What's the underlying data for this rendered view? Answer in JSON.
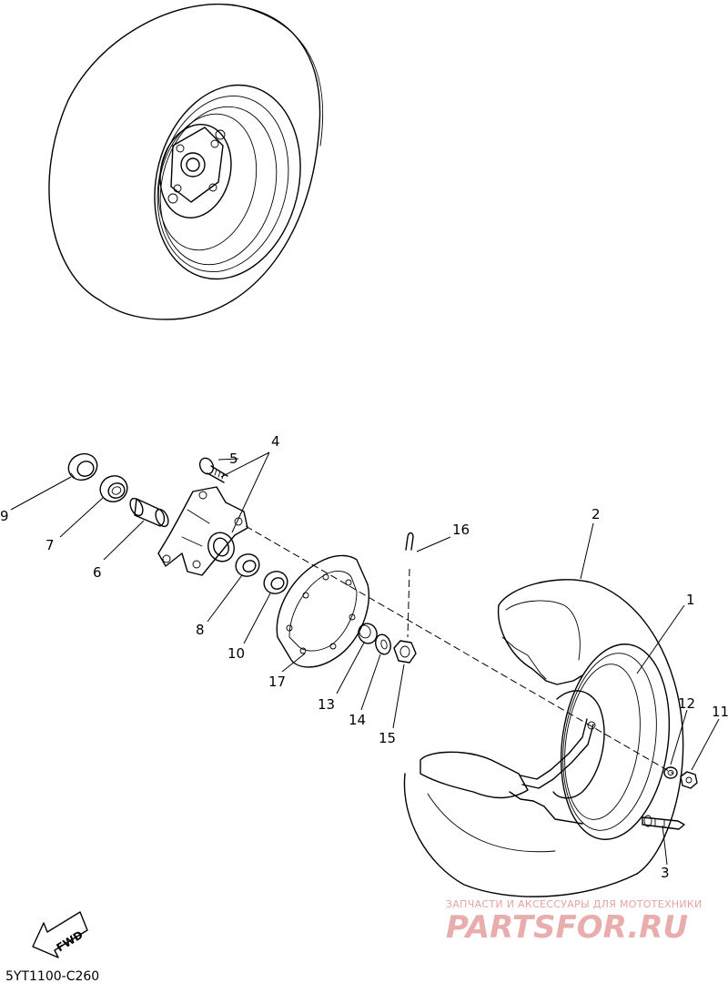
{
  "diagram_code": "5YT1100-C260",
  "fwd_label": "FWD",
  "callouts": [
    "1",
    "2",
    "3",
    "4",
    "5",
    "6",
    "7",
    "8",
    "9",
    "10",
    "11",
    "12",
    "13",
    "14",
    "15",
    "16",
    "17"
  ],
  "watermark": {
    "line1": "ЗАПЧАСТИ И АКСЕССУАРЫ ДЛЯ МОТОТЕХНИКИ",
    "line2": "PARTSFOR.RU"
  },
  "colors": {
    "line": "#000000",
    "watermark": "#e8a2a2"
  }
}
